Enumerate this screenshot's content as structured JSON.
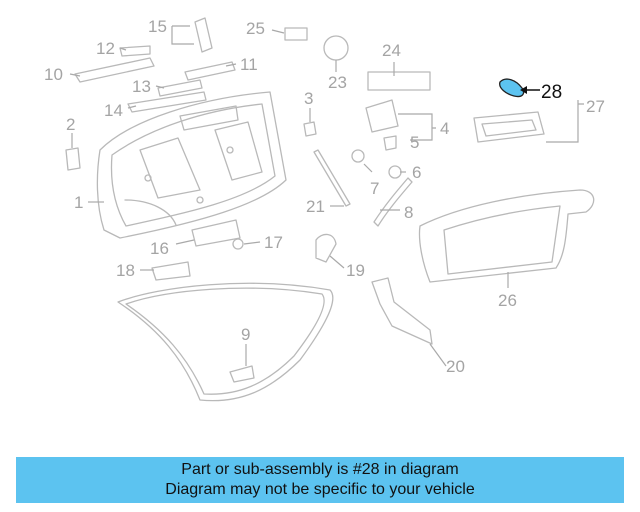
{
  "diagram": {
    "callouts": [
      "1",
      "2",
      "3",
      "4",
      "5",
      "6",
      "7",
      "8",
      "9",
      "10",
      "11",
      "12",
      "13",
      "14",
      "15",
      "16",
      "17",
      "18",
      "19",
      "20",
      "21",
      "23",
      "24",
      "25",
      "26",
      "27",
      "28"
    ],
    "highlight_color": "#5cc3f0"
  },
  "info_bar": {
    "line1": "Part or sub-assembly is #28 in diagram",
    "line2": "Diagram may not be specific to your vehicle",
    "background": "#5cc3f0"
  }
}
